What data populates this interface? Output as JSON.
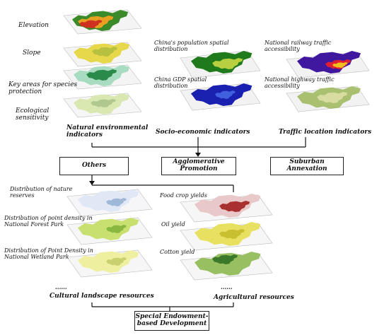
{
  "left_layers": {
    "elevation": "Elevation",
    "slope": "Slope",
    "key_areas": "Key areas for species protection",
    "ecological": "Ecological sensitivity"
  },
  "socio_layers": {
    "population": "China's population spatial distribution",
    "gdp": "China GDP spatial distribution",
    "railway": "National railway traffic accessibility",
    "highway": "National highway traffic accessibility"
  },
  "indicators": {
    "natural": "Natural environmental indicators",
    "socio": "Socio-economic indicators",
    "traffic": "Traffic location indicators"
  },
  "boxes": {
    "others": "Others",
    "agglomerative": "Agglomerative Promotion",
    "suburban": "Suburban Annexation",
    "special": "Special Endowment-based Development"
  },
  "cultural_layers": {
    "nature_reserves": "Distribution of nature reserves",
    "forest_park": "Distribution of point density in National Forest Park",
    "wetland_park": "Distribution of Point Density in National Wetland Park"
  },
  "agri_layers": {
    "food": "Food crop yields",
    "oil": "Oil yield",
    "cotton": "Cotton yield"
  },
  "resources": {
    "ellipsis_left": "......",
    "ellipsis_right": "......",
    "cultural": "Cultural landscape resources",
    "agricultural": "Agricultural resources"
  },
  "colors": {
    "elevation": "#e8a020",
    "slope": "#e6d84a",
    "key_areas": "#7fc6a0",
    "ecological": "#d8e8b0",
    "population": "#3a9a2a",
    "gdp": "#2030c0",
    "railway": "#5020a0",
    "highway": "#a8c070",
    "nature_reserves": "#dfe8f4",
    "forest_park": "#c8e070",
    "wetland_park": "#eef0a0",
    "food": "#d8a8a8",
    "oil": "#e8e060",
    "cotton": "#98c060"
  }
}
